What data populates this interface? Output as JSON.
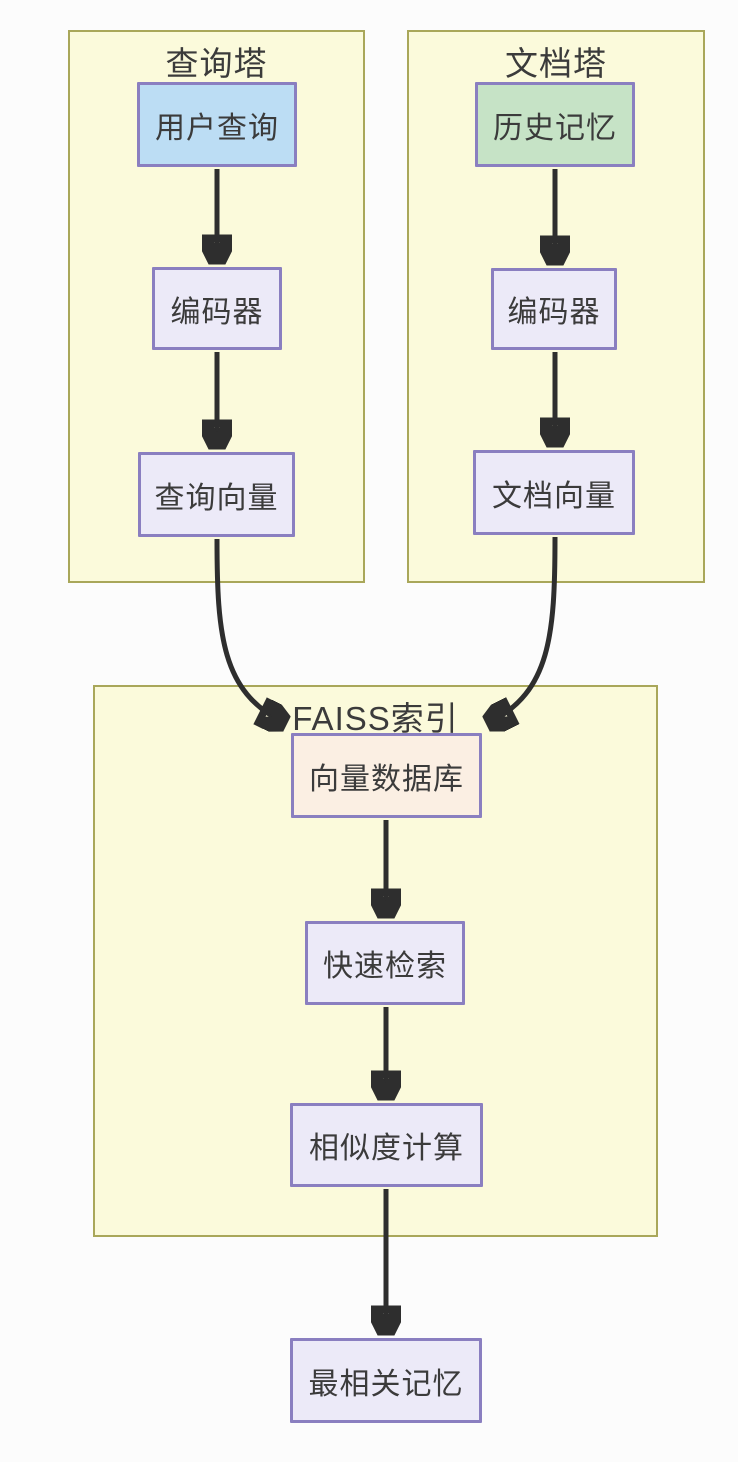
{
  "canvas": {
    "background": "#FCFCFC"
  },
  "colors": {
    "group_fill": "#FBFADB",
    "group_border": "#A9A75A",
    "node_border": "#8A7FC0",
    "node_default_fill": "#ECEAF8",
    "query_input_fill": "#BCDDF4",
    "memory_input_fill": "#C6E3C6",
    "vector_db_fill": "#FBEFE3",
    "arrow": "#2E2E2E",
    "text": "#3B3B3B"
  },
  "diagram": {
    "type": "flowchart",
    "containers": {
      "query_tower": {
        "title": "查询塔"
      },
      "doc_tower": {
        "title": "文档塔"
      },
      "faiss_index": {
        "title": "FAISS索引"
      }
    },
    "nodes": {
      "user_query": {
        "label": "用户查询",
        "fill": "#BCDDF4",
        "container": "query_tower"
      },
      "query_encoder": {
        "label": "编码器",
        "fill": "#ECEAF8",
        "container": "query_tower"
      },
      "query_vector": {
        "label": "查询向量",
        "fill": "#ECEAF8",
        "container": "query_tower"
      },
      "history_memory": {
        "label": "历史记忆",
        "fill": "#C6E3C6",
        "container": "doc_tower"
      },
      "doc_encoder": {
        "label": "编码器",
        "fill": "#ECEAF8",
        "container": "doc_tower"
      },
      "doc_vector": {
        "label": "文档向量",
        "fill": "#ECEAF8",
        "container": "doc_tower"
      },
      "vector_database": {
        "label": "向量数据库",
        "fill": "#FBEFE3",
        "container": "faiss_index"
      },
      "fast_retrieval": {
        "label": "快速检索",
        "fill": "#ECEAF8",
        "container": "faiss_index"
      },
      "similarity_calc": {
        "label": "相似度计算",
        "fill": "#ECEAF8",
        "container": "faiss_index"
      },
      "most_relevant": {
        "label": "最相关记忆",
        "fill": "#ECEAF8",
        "container": null
      }
    },
    "edges": [
      {
        "from": "user_query",
        "to": "query_encoder"
      },
      {
        "from": "query_encoder",
        "to": "query_vector"
      },
      {
        "from": "history_memory",
        "to": "doc_encoder"
      },
      {
        "from": "doc_encoder",
        "to": "doc_vector"
      },
      {
        "from": "query_vector",
        "to": "vector_database"
      },
      {
        "from": "doc_vector",
        "to": "vector_database"
      },
      {
        "from": "vector_database",
        "to": "fast_retrieval"
      },
      {
        "from": "fast_retrieval",
        "to": "similarity_calc"
      },
      {
        "from": "similarity_calc",
        "to": "most_relevant"
      }
    ]
  }
}
